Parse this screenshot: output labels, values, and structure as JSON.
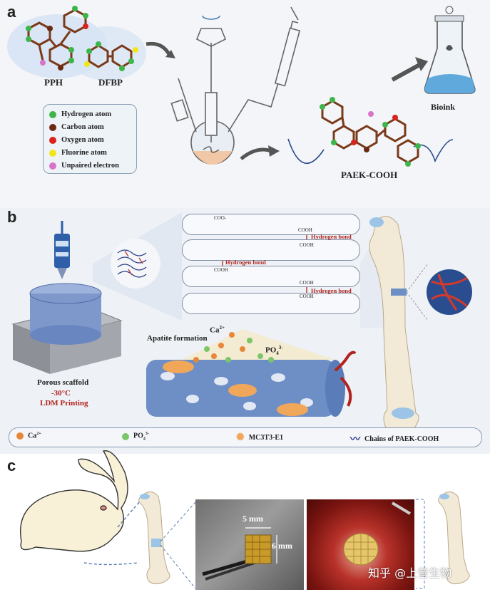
{
  "panels": {
    "a": "a",
    "b": "b",
    "c": "c"
  },
  "panel_a": {
    "monomer1": "PPH",
    "monomer2": "DFBP",
    "product": "PAEK-COOH",
    "bioink": "Bioink",
    "legend": [
      {
        "label": "Hydrogen atom",
        "color": "#3db54a"
      },
      {
        "label": "Carbon atom",
        "color": "#6b2a12"
      },
      {
        "label": "Oxygen atom",
        "color": "#d9231c"
      },
      {
        "label": "Fluorine atom",
        "color": "#f1e51d"
      },
      {
        "label": "Unpaired electron",
        "color": "#d874c8"
      }
    ]
  },
  "panel_b": {
    "groups": {
      "cooh1": "COOH",
      "cooh2": "COOH",
      "cooh3": "COOH",
      "cooh4": "COOH",
      "cooh5": "COOH",
      "coo": "COO-"
    },
    "hydrogen_bonds": [
      "Hydrogen bond",
      "Hydrogen bond",
      "Hydrogen bond"
    ],
    "apatite": "Apatite formation",
    "ca": "Ca",
    "ca_sup": "2+",
    "po": "PO",
    "po_sub": "4",
    "po_sup": "3-",
    "scaffold_label": "Porous scaffold",
    "temperature": "-30°C",
    "printing": "LDM Printing",
    "bottom_legend": {
      "ca": "Ca",
      "ca_sup": "2+",
      "po": "PO",
      "po_sub": "4",
      "po_sup": "3-",
      "cell": "MC3T3-E1",
      "chains": "Chains of PAEK-COOH"
    }
  },
  "panel_c": {
    "width_label": "5 mm",
    "height_label": "6 mm",
    "watermark": "知乎 @上普生物"
  }
}
